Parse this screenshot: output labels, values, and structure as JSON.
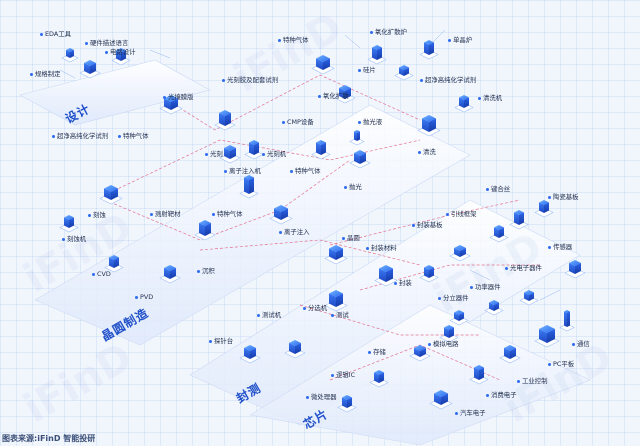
{
  "segments": {
    "design": "设计",
    "manufacturing": "晶圆制造",
    "packaging": "封测",
    "chips": "芯片"
  },
  "watermark": "iFinD",
  "source": "图表来源:iFinD 智能投研",
  "labels": {
    "eda": "EDA工具",
    "hdl": "硬件描述语言",
    "circuit_design": "电路设计",
    "layout_mfg": "规格制定",
    "photomask": "光掩膜版",
    "litho_gluing": "光刻胶及配套试剂",
    "special_gas_top": "特种气体",
    "oxidation_furnace": "氧化扩散炉",
    "single_crystal_furnace": "单晶炉",
    "silicon_wafer": "硅片",
    "ultra_pure_chem_top": "超净高纯化学试剂",
    "oxidation": "氧化扩散",
    "cleaning_machine": "清洗机",
    "ultra_pure_chem_left": "超净高纯化学试剂",
    "special_gas_left": "特种气体",
    "photolithography": "光刻",
    "litho_machine": "光刻机",
    "cmp_equipment": "CMP设备",
    "polishing_fluid": "抛光液",
    "cleaning": "清洗",
    "ion_implanter": "离子注入机",
    "special_gas_mid": "特种气体",
    "polishing": "抛光",
    "etching": "刻蚀",
    "sputter_target": "溅射靶材",
    "special_gas_low": "特种气体",
    "ion_implant": "离子注入",
    "etcher": "刻蚀机",
    "wafer": "晶圆",
    "cvd": "CVD",
    "pvd": "PVD",
    "deposition": "沉积",
    "bonding_wire": "键合丝",
    "ceramic_substrate": "陶瓷基板",
    "lead_frame": "引线框架",
    "package_substrate": "封装基板",
    "packaging_material": "封装材料",
    "sensor": "传感器",
    "packaging_step": "封装",
    "optoelectronic": "光电子器件",
    "tester": "测试机",
    "sorter": "分选机",
    "testing": "测试",
    "power_device": "功率器件",
    "discrete_device": "分立器件",
    "probe_station": "探针台",
    "storage": "存储",
    "analog_circuit": "模拟电路",
    "communication": "通信",
    "pc_tablet": "PC平板",
    "logic_ic": "逻辑IC",
    "industrial_control": "工业控制",
    "consumer_electronics": "消费电子",
    "microprocessor": "微处理器",
    "automotive": "汽车电子"
  }
}
